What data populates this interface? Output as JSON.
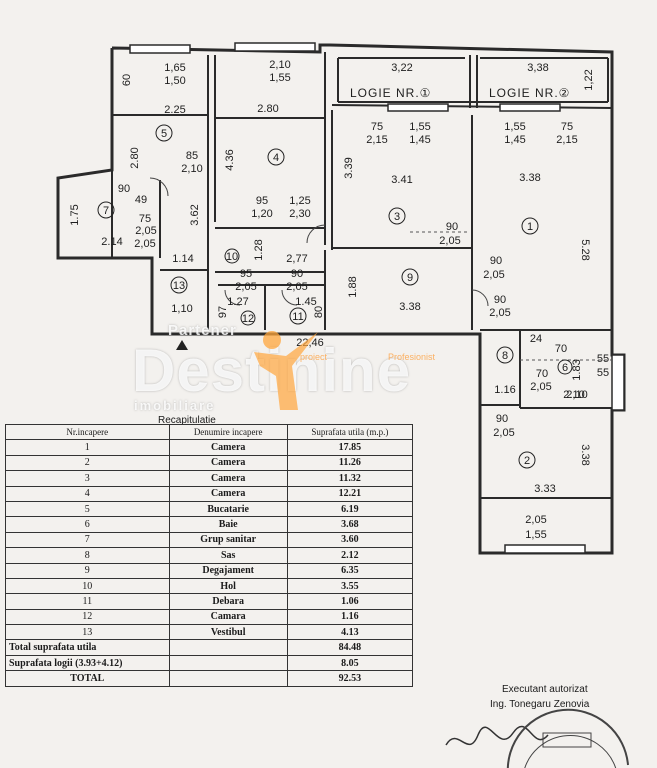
{
  "plan": {
    "logia_1": "LOGIE NR.①",
    "logia_2": "LOGIE NR.②",
    "rooms": [
      {
        "id": "1",
        "dims": [
          "3.38",
          "5.28"
        ]
      },
      {
        "id": "2",
        "dims": [
          "3.33",
          "3.38"
        ]
      },
      {
        "id": "3",
        "dims": [
          "3.41",
          "3.39"
        ]
      },
      {
        "id": "4",
        "dims": [
          "2.80",
          "4.36"
        ]
      },
      {
        "id": "5",
        "dims": [
          "2.25",
          "2.80"
        ]
      },
      {
        "id": "6",
        "dims": [
          "2.10",
          "1.83"
        ]
      },
      {
        "id": "7",
        "dims": [
          "2.14",
          "1.75"
        ]
      },
      {
        "id": "8",
        "dims": [
          "1.16"
        ]
      },
      {
        "id": "9",
        "dims": [
          "3.38",
          "1.88"
        ]
      },
      {
        "id": "10",
        "dims": [
          "1.28"
        ]
      },
      {
        "id": "11",
        "dims": [
          "1.45"
        ]
      },
      {
        "id": "12",
        "dims": [
          "1.27"
        ]
      },
      {
        "id": "13",
        "dims": [
          "1.14",
          "3.62"
        ]
      }
    ],
    "labels": {
      "top_window_1": "1,65",
      "top_window_1b": "1,50",
      "top_window_2": "2,10",
      "top_window_2b": "1,55",
      "logia_w1": "3,22",
      "logia_w2": "3,38",
      "logia_h": "1,22",
      "win_3": "1,55",
      "win_3b": "1,45",
      "win_1": "1,55",
      "win_1b": "1,45",
      "door_75a": "75",
      "door_215a": "2,15",
      "door_75b": "75",
      "door_215b": "2,15",
      "door_85": "85",
      "door_210": "2,10",
      "door_95": "95",
      "door_120": "1,20",
      "door_125": "1,25",
      "door_230": "2,30",
      "door_90a": "90",
      "door_205a": "2,05",
      "door_90b": "90",
      "door_205b": "2,05",
      "door_90c": "90",
      "door_205c": "2,05",
      "door_90d": "90",
      "door_205d": "2,05",
      "door_95b": "95",
      "door_205e": "2,05",
      "door_90e": "90",
      "door_205f": "2,05",
      "door_90f": "90",
      "door_205g": "2,05",
      "door_70": "70",
      "door_205h": "2,05",
      "door_75c": "75",
      "door_205i": "2,05",
      "door_60": "60",
      "door_49": "49",
      "win_bath_55": "55",
      "win_bath_55b": "55",
      "dim_277": "2,77",
      "dim_110": "1,10",
      "dim_97": "97",
      "dim_80": "80",
      "dim_210_bath": "2,10",
      "dim_24": "24",
      "dim_70b": "70",
      "dim_2446": "22,46",
      "win_2_205": "2,05",
      "win_2_155": "1,55"
    }
  },
  "watermark": {
    "top": "Partener",
    "brand": "Destinine",
    "sub": "imobiliare",
    "tag1": "proiect",
    "tag2": "Profesionist"
  },
  "table": {
    "title": "Recapitulatie",
    "headers": [
      "Nr.incapere",
      "Denumire incapere",
      "Suprafata utila (m.p.)"
    ],
    "rows": [
      [
        "1",
        "Camera",
        "17.85"
      ],
      [
        "2",
        "Camera",
        "11.26"
      ],
      [
        "3",
        "Camera",
        "11.32"
      ],
      [
        "4",
        "Camera",
        "12.21"
      ],
      [
        "5",
        "Bucatarie",
        "6.19"
      ],
      [
        "6",
        "Baie",
        "3.68"
      ],
      [
        "7",
        "Grup sanitar",
        "3.60"
      ],
      [
        "8",
        "Sas",
        "2.12"
      ],
      [
        "9",
        "Degajament",
        "6.35"
      ],
      [
        "10",
        "Hol",
        "3.55"
      ],
      [
        "11",
        "Debara",
        "1.06"
      ],
      [
        "12",
        "Camara",
        "1.16"
      ],
      [
        "13",
        "Vestibul",
        "4.13"
      ]
    ],
    "total_util_label": "Total suprafata utila",
    "total_util_value": "84.48",
    "logii_label": "Suprafata logii (3.93+4.12)",
    "logii_value": "8.05",
    "total_label": "TOTAL",
    "total_value": "92.53"
  },
  "signature": {
    "role": "Executant autorizat",
    "name": "Ing. Tonegaru Zenovia"
  }
}
